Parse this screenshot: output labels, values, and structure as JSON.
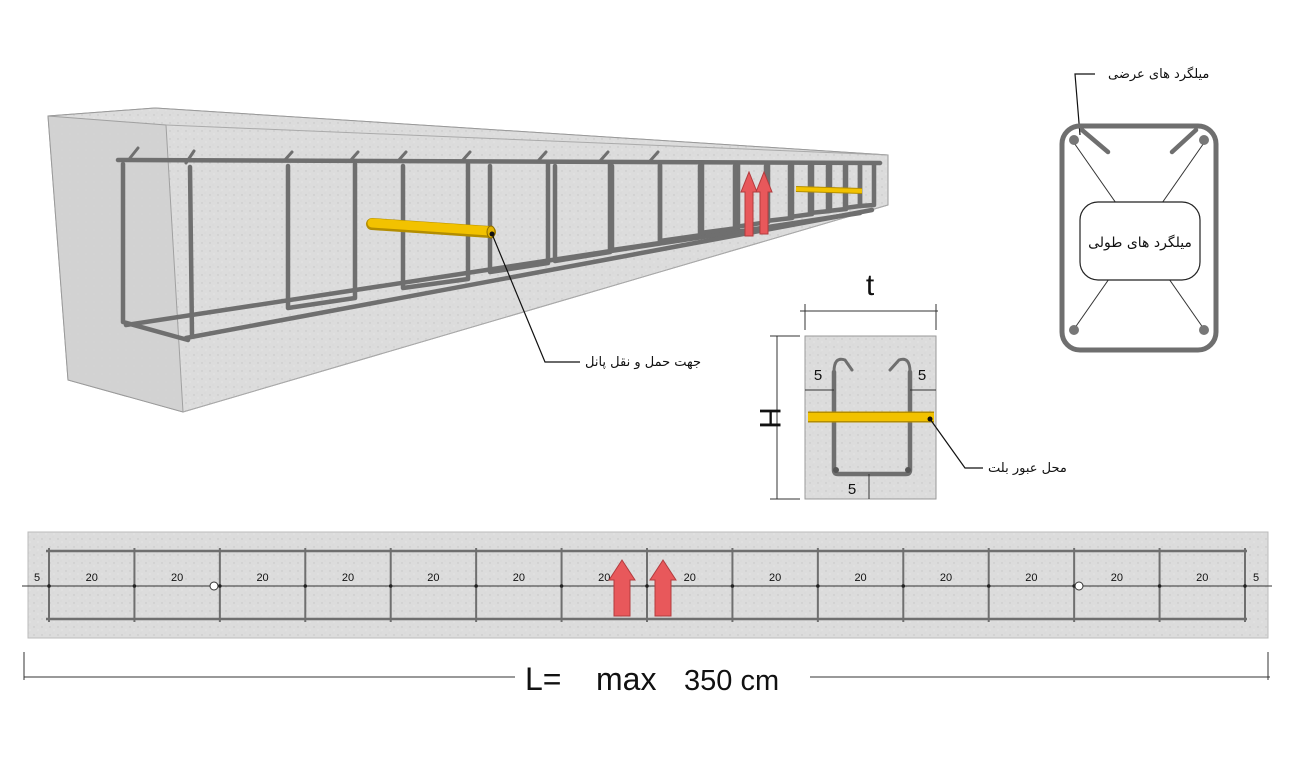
{
  "labels": {
    "handling_direction": "جهت حمل و نقل پانل",
    "transverse_bars": "میلگرد های عرضی",
    "longitudinal_bars": "میلگرد های طولی",
    "bolt_passage": "محل عبور بلت"
  },
  "section": {
    "width_label": "t",
    "height_label": "H",
    "cover_left": "5",
    "cover_right": "5",
    "cover_bottom": "5"
  },
  "plan": {
    "end_spacing": "5",
    "spacings": [
      "20",
      "20",
      "20",
      "20",
      "20",
      "20",
      "20",
      "20",
      "20",
      "20",
      "20",
      "20",
      "20",
      "20"
    ],
    "length_prefix": "L=",
    "length_max": "max",
    "length_value": "350 cm"
  },
  "colors": {
    "concrete": "#dcdcdc",
    "rebar": "#6f6f6f",
    "bolt_sleeve": "#f2c200",
    "arrow": "#e8585b"
  }
}
